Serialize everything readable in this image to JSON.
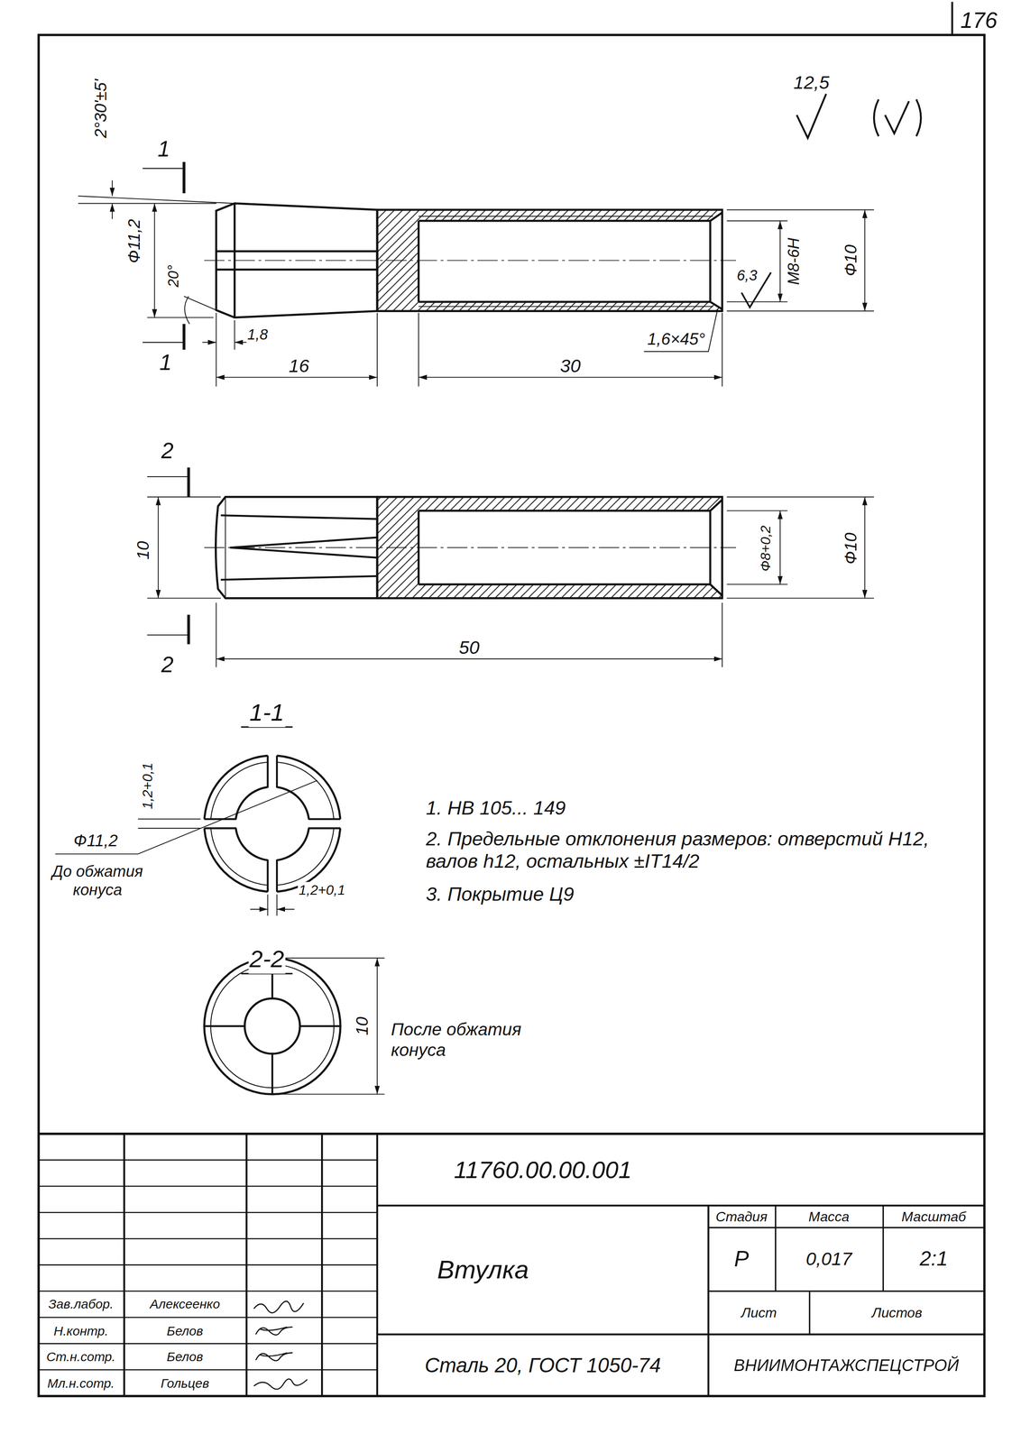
{
  "diagram": {
    "labels": [
      "176",
      "12,5",
      "2°30'±5'",
      "1",
      "1",
      "Ф11,2",
      "20°",
      "1,8",
      "16",
      "30",
      "1,6×45°",
      "6,3",
      "М8-6Н",
      "Ф10",
      "2",
      "2",
      "10",
      "Ф8+0,2",
      "Ф10",
      "50",
      "1-1",
      "1,2+0,1",
      "Ф11,2",
      "До обжатия конуса",
      "1,2+0,1",
      "1. НВ 105... 149",
      "2. Предельные отклонения размеров: отверстий Н12, валов h12, остальных ±IT14/2",
      "3. Покрытие Ц9",
      "2-2",
      "10",
      "После обжатия конуса",
      "11760.00.00.001",
      "Втулка",
      "Стадия",
      "Масса",
      "Масштаб",
      "Р",
      "0,017",
      "2:1",
      "Лист",
      "Листов",
      "Сталь 20, ГОСТ 1050-74",
      "ВНИИМОНТАЖСПЕЦСТРОЙ",
      "Зав.лабор.",
      "Алексеенко",
      "Н.контр.",
      "Белов",
      "Ст.н.сотр.",
      "Белов",
      "Мл.н.сотр.",
      "Гольцев"
    ]
  }
}
